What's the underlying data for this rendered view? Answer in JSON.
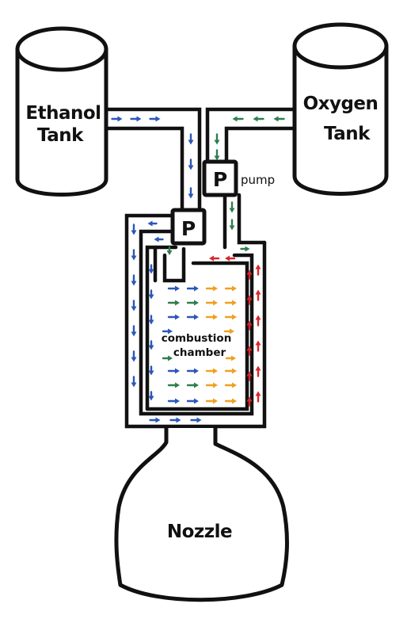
{
  "labels": {
    "ethanol_line1": "Ethanol",
    "ethanol_line2": "Tank",
    "oxygen_line1": "Oxygen",
    "oxygen_line2": "Tank",
    "pump_symbol": "P",
    "pump_word": "pump",
    "chamber_line1": "combustion",
    "chamber_line2": "chamber",
    "nozzle": "Nozzle"
  },
  "colors": {
    "fuel_flow": "#2b57b8",
    "oxidizer_flow": "#2f7d4f",
    "hot_flow": "#d9272b",
    "mixing_flow": "#f0a020",
    "outline": "#111111"
  },
  "icons": {
    "flow_marker": "arrow-icon",
    "pump": "pump-icon",
    "tank": "tank-icon"
  }
}
